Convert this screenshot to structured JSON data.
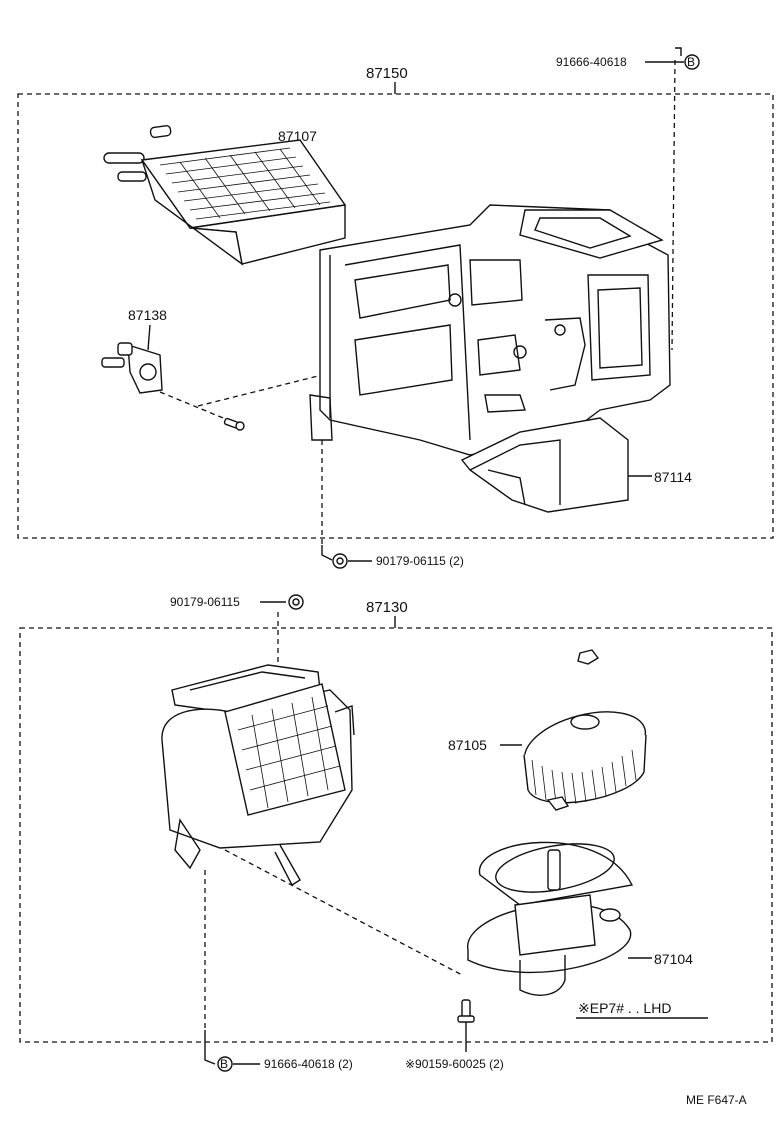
{
  "assy_upper": "87150",
  "assy_lower": "87130",
  "parts": {
    "heater_core": "87107",
    "servo_motor": "87138",
    "duct": "87114",
    "fan": "87105",
    "blower_motor": "87104"
  },
  "fasteners": {
    "screw_top": "91666-40618",
    "nut_mid": "90179-06115 (2)",
    "nut_lower": "90179-06115",
    "screw_bottom_left": "91666-40618 (2)",
    "screw_bottom_right": "※90159-60025 (2)"
  },
  "markers": {
    "b": "B"
  },
  "note": "※EP7# . . LHD",
  "footer_code": "ME  F647-A"
}
